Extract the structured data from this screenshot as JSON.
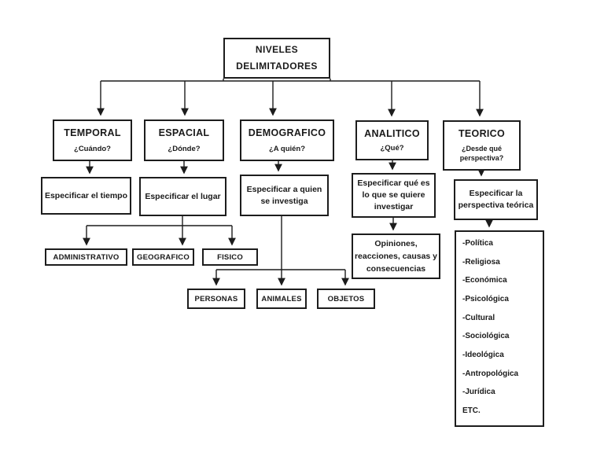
{
  "root": {
    "label": "NIVELES\nDELIMITADORES"
  },
  "temporal": {
    "title": "TEMPORAL",
    "question": "¿Cuándo?",
    "step": "Especificar el tiempo"
  },
  "espacial": {
    "title": "ESPACIAL",
    "question": "¿Dónde?",
    "step": "Especificar el lugar",
    "children": {
      "administrativo": "ADMINISTRATIVO",
      "geografico": "GEOGRAFICO",
      "fisico": "FISICO"
    }
  },
  "demografico": {
    "title": "DEMOGRAFICO",
    "question": "¿A quién?",
    "step": "Especificar a quien\nse investiga",
    "children": {
      "personas": "PERSONAS",
      "animales": "ANIMALES",
      "objetos": "OBJETOS"
    }
  },
  "analitico": {
    "title": "ANALITICO",
    "question": "¿Qué?",
    "step": "Especificar qué es\nlo que se quiere\ninvestigar",
    "result": "Opiniones,\nreacciones, causas y\nconsecuencias"
  },
  "teorico": {
    "title": "TEORICO",
    "question": "¿Desde qué\nperspectiva?",
    "step": "Especificar la\nperspectiva teórica",
    "perspectives": [
      "-Política",
      "-Religiosa",
      "-Económica",
      "-Psicológica",
      "-Cultural",
      "-Sociológica",
      "-Ideológica",
      "-Antropológica",
      "-Jurídica",
      "ETC."
    ]
  },
  "colors": {
    "ink": "#1d1d1d",
    "background": "#ffffff"
  }
}
